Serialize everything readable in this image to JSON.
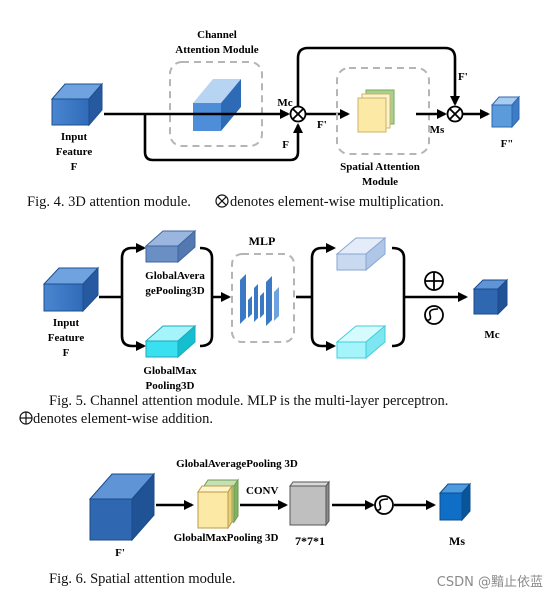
{
  "fig4": {
    "input_label": [
      "Input",
      "Feature",
      "F"
    ],
    "channel_module_label": [
      "Channel",
      "Attention Module"
    ],
    "mc_label": "Mc",
    "f_prime_label": "F'",
    "f_label": "F",
    "spatial_module_label": [
      "Spatial Attention",
      "Module"
    ],
    "ms_label": "Ms",
    "f_prime_top_label": "F'",
    "output_label": "F\"",
    "caption_prefix": "Fig. 4.  3D attention module. ",
    "caption_suffix": "denotes element-wise multiplication."
  },
  "fig5": {
    "input_label": [
      "Input",
      "Feature",
      "F"
    ],
    "avg_pool_label": [
      "GlobalAvera",
      "gePooling3D"
    ],
    "max_pool_label": [
      "GlobalMax",
      "Pooling3D"
    ],
    "mlp_label": "MLP",
    "mc_label": "Mc",
    "caption_line1": "Fig. 5. Channel attention module. MLP is the multi-layer perceptron.",
    "caption_line2": "denotes element-wise addition."
  },
  "fig6": {
    "avg_pool_label": "GlobalAveragePooling 3D",
    "conv_label": "CONV",
    "max_pool_label": "GlobalMaxPooling 3D",
    "kernel_label": "7*7*1",
    "input_label": "F'",
    "ms_label": "Ms",
    "caption": "Fig. 6. Spatial attention module."
  },
  "watermark": "CSDN @黯止依蓝",
  "colors": {
    "blue_dark": "#2f67b1",
    "blue_light": "#6fa8dc",
    "cyan": "#5fe3f0",
    "pale_blue": "#c9d9f0",
    "pale_cyan": "#a5f3fb",
    "yellow": "#fde9a6",
    "green": "#a9d18e",
    "gray": "#bfbfbf"
  }
}
